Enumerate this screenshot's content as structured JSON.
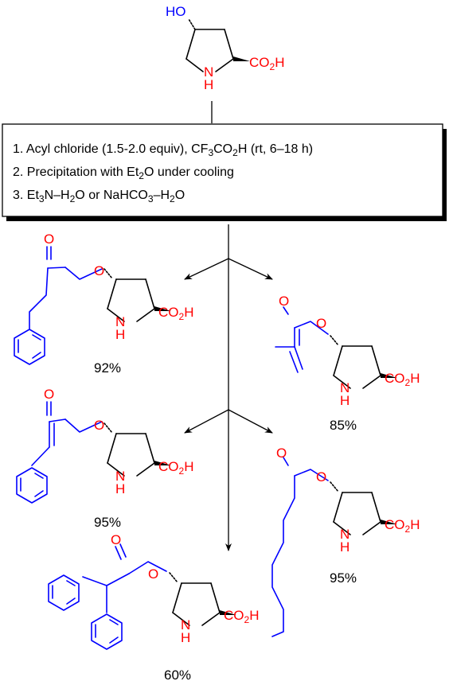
{
  "starting_material": {
    "hydroxy": "HO",
    "nh": "N",
    "h": "H",
    "acid": "CO",
    "acid_sub": "2",
    "acid_tail": "H"
  },
  "conditions": {
    "step1": {
      "pre": "1. Acyl chloride (1.5-2.0 equiv), CF",
      "sub1": "3",
      "mid": "CO",
      "sub2": "2",
      "post": "H (rt, 6–18 h)"
    },
    "step2": {
      "pre": "2. Precipitation with Et",
      "sub": "2",
      "post": "O under cooling"
    },
    "step3": {
      "pre": "3. Et",
      "sub1": "3",
      "mid1": "N–H",
      "sub2": "2",
      "mid2": "O or NaHCO",
      "sub3": "3",
      "mid3": "–H",
      "sub4": "2",
      "post": "O"
    }
  },
  "products": [
    {
      "name": "hydrocinnamate",
      "yield": "92%",
      "o": "O",
      "nh": "N",
      "h": "H",
      "acid": "CO",
      "acid_sub": "2",
      "acid_tail": "H"
    },
    {
      "name": "methacrylate",
      "yield": "85%",
      "o": "O",
      "nh": "N",
      "h": "H",
      "acid": "CO",
      "acid_sub": "2",
      "acid_tail": "H"
    },
    {
      "name": "cinnamate",
      "yield": "95%",
      "o": "O",
      "nh": "N",
      "h": "H",
      "acid": "CO",
      "acid_sub": "2",
      "acid_tail": "H"
    },
    {
      "name": "octanoate",
      "yield": "95%",
      "o": "O",
      "nh": "N",
      "h": "H",
      "acid": "CO",
      "acid_sub": "2",
      "acid_tail": "H"
    },
    {
      "name": "diphenylacetate",
      "yield": "60%",
      "o": "O",
      "nh": "N",
      "h": "H",
      "acid": "CO",
      "acid_sub": "2",
      "acid_tail": "H"
    }
  ],
  "colors": {
    "substituent": "#0000ff",
    "heteroatom": "#ff0000",
    "skeleton": "#000000"
  }
}
